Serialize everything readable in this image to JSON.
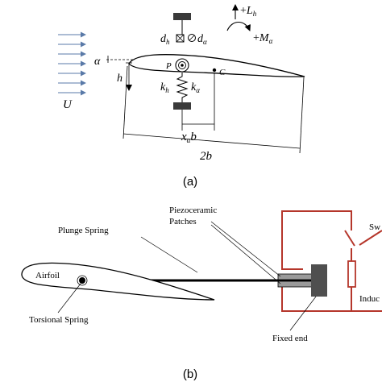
{
  "panel_a": {
    "caption": "(a)",
    "symbols": {
      "d": "d",
      "h": "h",
      "alpha": "α",
      "k": "k",
      "x": "x",
      "b": "b",
      "L": "L",
      "M": "M",
      "U": "U",
      "P": "P",
      "C": "C",
      "two_b": "2b",
      "plus": "+"
    }
  },
  "panel_b": {
    "caption": "(b)",
    "labels": {
      "plunge_spring": "Plunge Spring",
      "piezo_line1": "Piezoceramic",
      "piezo_line2": "Patches",
      "airfoil": "Airfoil",
      "torsional_spring": "Torsional Spring",
      "fixed_end": "Fixed end",
      "switch_partial": "Sw",
      "inductor_partial": "Induc"
    }
  },
  "colors": {
    "line": "#000000",
    "circuit": "#b5362b",
    "damper_fill": "#4a4a4a",
    "piezo_fill": "#9a9a9a",
    "clamp_fill": "#4f4f4f",
    "airfoil_fill": "#ffffff"
  }
}
